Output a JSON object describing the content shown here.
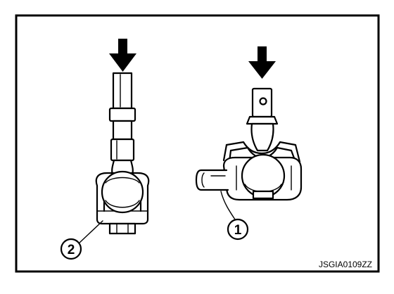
{
  "figure": {
    "code": "JSGIA0109ZZ",
    "callout_1": "1",
    "callout_2": "2"
  },
  "colors": {
    "ink": "#000000",
    "paper": "#ffffff"
  },
  "icons": {
    "force_arrow": "arrow-down-icon",
    "callout": "circled-number"
  }
}
